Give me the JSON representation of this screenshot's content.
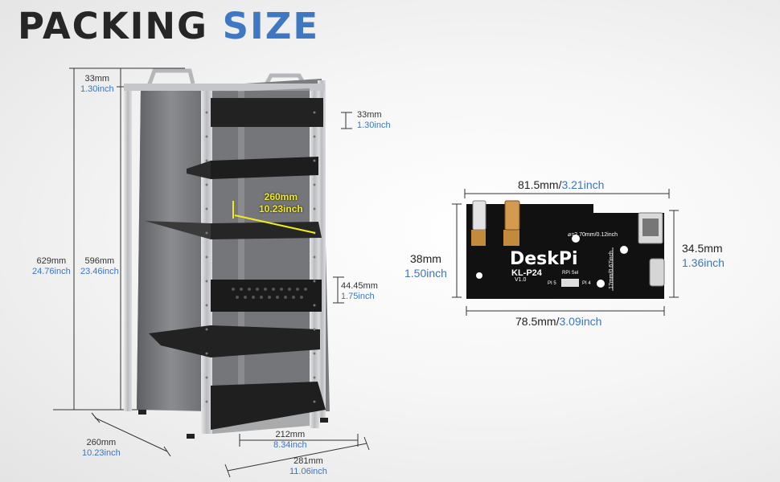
{
  "title": {
    "word1": "PACKING",
    "word2": "SIZE"
  },
  "rack": {
    "handle_height": {
      "mm": "33mm",
      "inch": "1.30inch"
    },
    "top_panel_height": {
      "mm": "33mm",
      "inch": "1.30inch"
    },
    "total_height": {
      "mm": "629mm",
      "inch": "24.76inch"
    },
    "frame_height": {
      "mm": "596mm",
      "inch": "23.46inch"
    },
    "shelf_width": {
      "mm": "260mm",
      "inch": "10.23inch"
    },
    "vent_panel_height": {
      "mm": "44.45mm",
      "inch": "1.75inch"
    },
    "depth": {
      "mm": "260mm",
      "inch": "10.23inch"
    },
    "inner_width": {
      "mm": "212mm",
      "inch": "8.34inch"
    },
    "outer_width": {
      "mm": "281mm",
      "inch": "11.06inch"
    }
  },
  "board": {
    "top_width": {
      "mm": "81.5mm/",
      "inch": "3.21inch"
    },
    "bottom_width": {
      "mm": "78.5mm/",
      "inch": "3.09inch"
    },
    "left_height": {
      "mm": "38mm",
      "inch": "1.50inch"
    },
    "right_height": {
      "mm": "34.5mm",
      "inch": "1.36inch"
    },
    "brand": "DeskPi",
    "model": "KL-P24",
    "version": "V1.0",
    "hole_label": "⌀=2.70mm/0.12inch",
    "inner_dim_label": "17mm/0.67inch",
    "switch_label": "RPI Sel",
    "pi5_label": "PI 5",
    "pi4_label": "PI 4"
  },
  "colors": {
    "accent_blue": "#3d75c0",
    "title_dark": "#262626",
    "highlight_yellow": "#f2ea1e",
    "pcb_black": "#111111",
    "frame_silver": "#c9cbcd"
  }
}
